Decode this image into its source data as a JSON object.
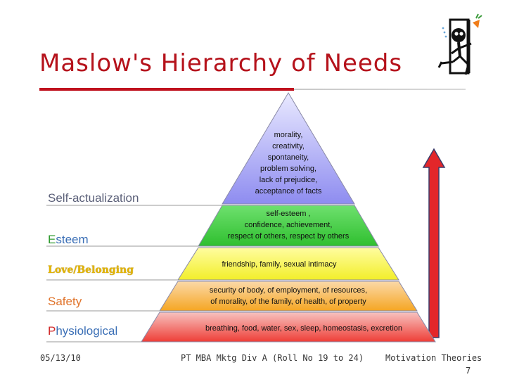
{
  "slide": {
    "title": "Maslow's Hierarchy of Needs",
    "colors": {
      "title": "#b5121b",
      "level_1": "#8e8cf0",
      "level_2": "#2fbf2f",
      "level_3": "#f2ee2a",
      "level_4": "#f5a623",
      "level_5": "#ee3e37",
      "arrow": "#e3262a"
    }
  },
  "side_labels": {
    "self_actualization": "Self-actualization",
    "esteem_first": "E",
    "esteem_rest": "steem",
    "love": "Love/Belonging",
    "safety": "Safety",
    "physiological_first": "P",
    "physiological_rest": "hysiological"
  },
  "pyramid": {
    "self_actualization_lines": [
      "morality,",
      "creativity,",
      "spontaneity,",
      "problem solving,",
      "lack of prejudice,",
      "acceptance of facts"
    ],
    "esteem_lines": [
      "self-esteem ,",
      "confidence, achievement,",
      "respect of others, respect by others"
    ],
    "love_lines": [
      "friendship, family, sexual intimacy"
    ],
    "safety_lines": [
      "security of body, of employment, of resources,",
      "of morality, of the family, of health, of property"
    ],
    "physiological_lines": [
      "breathing, food, water, sex, sleep, homeostasis, excretion"
    ]
  },
  "footer": {
    "date": "05/13/10",
    "center": "PT MBA Mktg Div A (Roll No 19 to 24)",
    "right": "Motivation Theories",
    "page": "7"
  },
  "icons": [
    "climbing-figure-icon",
    "up-arrow-icon"
  ]
}
